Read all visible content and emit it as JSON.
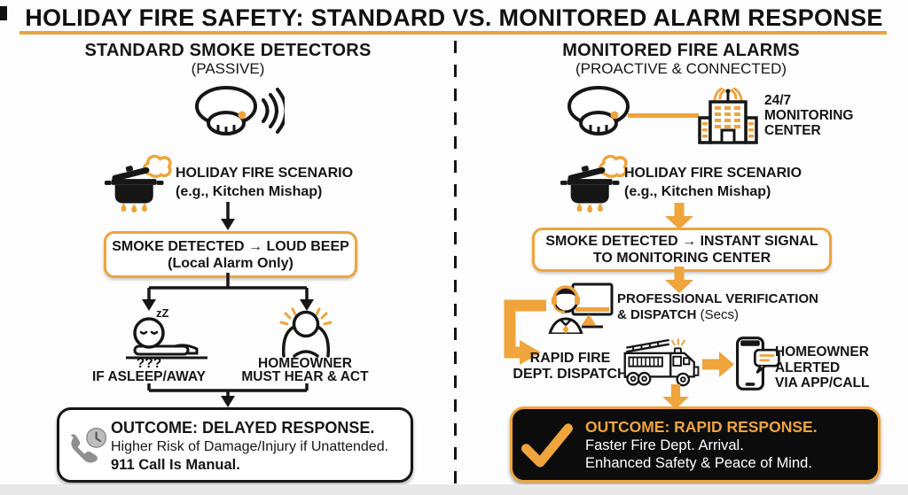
{
  "title": "HOLIDAY FIRE SAFETY: STANDARD VS. MONITORED ALARM RESPONSE",
  "colors": {
    "accent_orange": "#EFA43C",
    "underline_orange": "#E9A43B",
    "ink": "#161616"
  },
  "icons": [
    "smoke-detector-icon",
    "sound-waves-icon",
    "pot-fire-icon",
    "down-arrow-icon",
    "sleeping-person-icon",
    "alert-person-icon",
    "phone-clock-icon",
    "monitoring-building-icon",
    "operator-headset-icon",
    "elbow-arrow-icon",
    "fire-truck-icon",
    "smartphone-message-icon",
    "checkmark-icon"
  ],
  "left": {
    "heading": "STANDARD SMOKE DETECTORS",
    "subheading": "(PASSIVE)",
    "scenario_line1": "HOLIDAY FIRE SCENARIO",
    "scenario_line2": "(e.g., Kitchen Mishap)",
    "alarm_line1": "SMOKE DETECTED → LOUD BEEP",
    "alarm_line2": "(Local Alarm Only)",
    "zz": "zZ",
    "question_marks": "???",
    "asleep_label": "IF ASLEEP/AWAY",
    "hear_line1": "HOMEOWNER",
    "hear_line2": "MUST HEAR & ACT",
    "outcome_line1": "OUTCOME: DELAYED RESPONSE.",
    "outcome_line2": "Higher Risk of Damage/Injury if Unattended.",
    "outcome_line3": "911 Call Is Manual."
  },
  "right": {
    "heading": "MONITORED FIRE ALARMS",
    "subheading": "(PROACTIVE & CONNECTED)",
    "monitoring_line1": "24/7",
    "monitoring_line2": "MONITORING",
    "monitoring_line3": "CENTER",
    "scenario_line1": "HOLIDAY FIRE SCENARIO",
    "scenario_line2": "(e.g., Kitchen Mishap)",
    "alarm_line1": "SMOKE DETECTED → INSTANT SIGNAL",
    "alarm_line2": "TO MONITORING CENTER",
    "verify_line1": "PROFESSIONAL VERIFICATION",
    "verify_line2_bold": "& DISPATCH",
    "verify_line2_light": "(Secs)",
    "dispatch_line1": "RAPID FIRE",
    "dispatch_line2": "DEPT. DISPATCH",
    "alerted_line1": "HOMEOWNER",
    "alerted_line2": "ALERTED",
    "alerted_line3": "VIA APP/CALL",
    "outcome_line1": "OUTCOME: RAPID RESPONSE.",
    "outcome_line2": "Faster Fire Dept. Arrival.",
    "outcome_line3": "Enhanced Safety & Peace of Mind."
  }
}
